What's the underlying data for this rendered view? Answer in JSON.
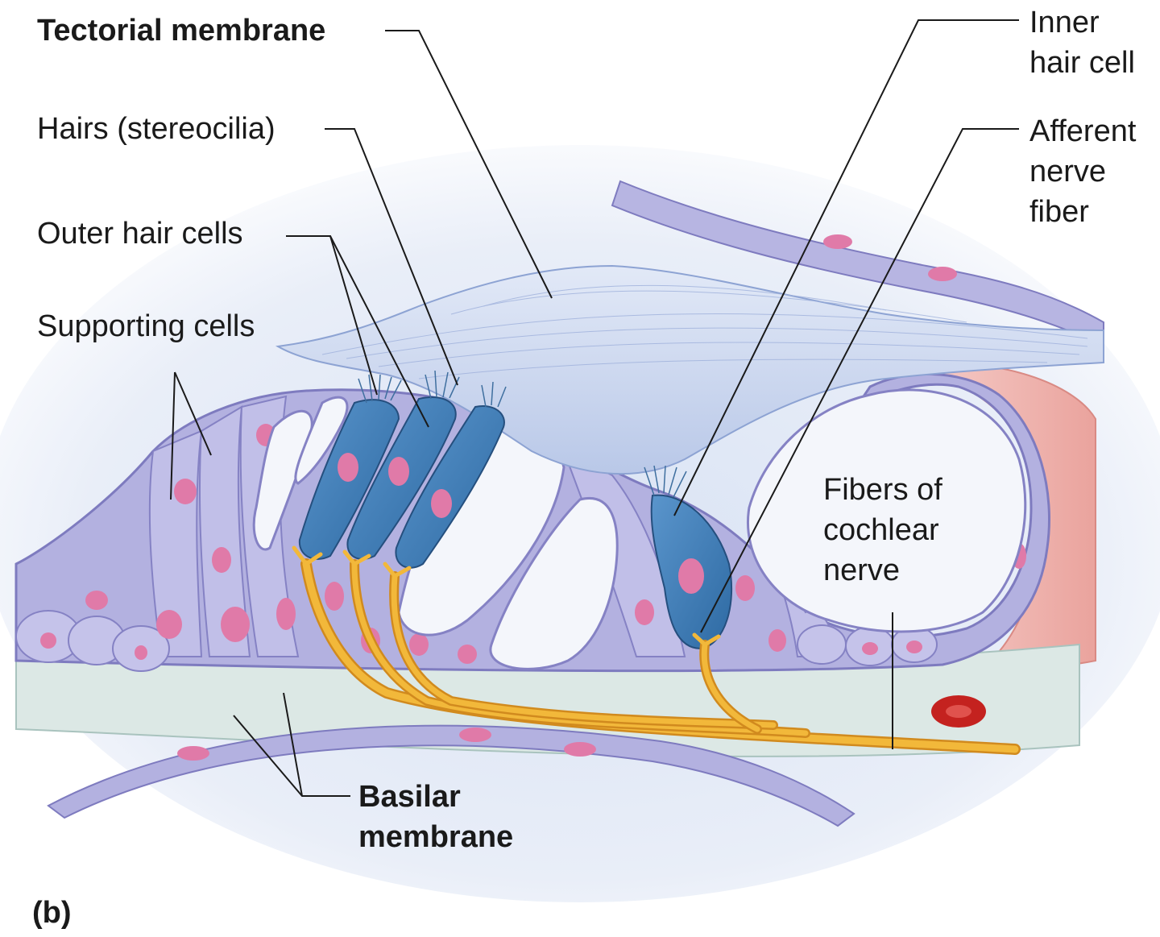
{
  "labels": {
    "tectorial_membrane": "Tectorial membrane",
    "hairs_stereocilia": "Hairs (stereocilia)",
    "outer_hair_cells": "Outer hair cells",
    "supporting_cells": "Supporting cells",
    "inner_hair_cell_line1": "Inner",
    "inner_hair_cell_line2": "hair cell",
    "afferent_line1": "Afferent",
    "afferent_line2": "nerve",
    "afferent_line3": "fiber",
    "fibers_line1": "Fibers of",
    "fibers_line2": "cochlear",
    "fibers_line3": "nerve",
    "basilar_line1": "Basilar",
    "basilar_line2": "membrane",
    "panel": "(b)"
  },
  "colors": {
    "cell_fill": "#b3b1e0",
    "cell_outline": "#7e7bbf",
    "nucleus": "#e07aa8",
    "hair_cell": "#3f7fb8",
    "nerve_fiber": "#f2b83a",
    "tectorial": "#cfd9ef",
    "basilar": "#dbe7e4",
    "vessel": "#f2b3ae",
    "blood_cell": "#c4221f"
  }
}
